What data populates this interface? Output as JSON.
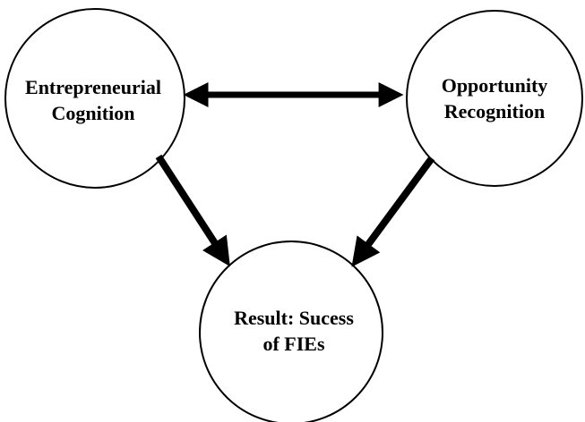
{
  "nodes": {
    "cognition": {
      "line1": "Entrepreneurial",
      "line2": "Cognition"
    },
    "opportunity": {
      "line1": "Opportunity",
      "line2": "Recognition"
    },
    "result": {
      "line1": "Result: Sucess",
      "line2": "of FIEs"
    }
  },
  "edges": [
    {
      "from": "cognition",
      "to": "opportunity",
      "type": "bidirectional"
    },
    {
      "from": "cognition",
      "to": "result",
      "type": "directed"
    },
    {
      "from": "opportunity",
      "to": "result",
      "type": "directed"
    }
  ],
  "colors": {
    "stroke": "#000000",
    "fill": "#ffffff"
  }
}
